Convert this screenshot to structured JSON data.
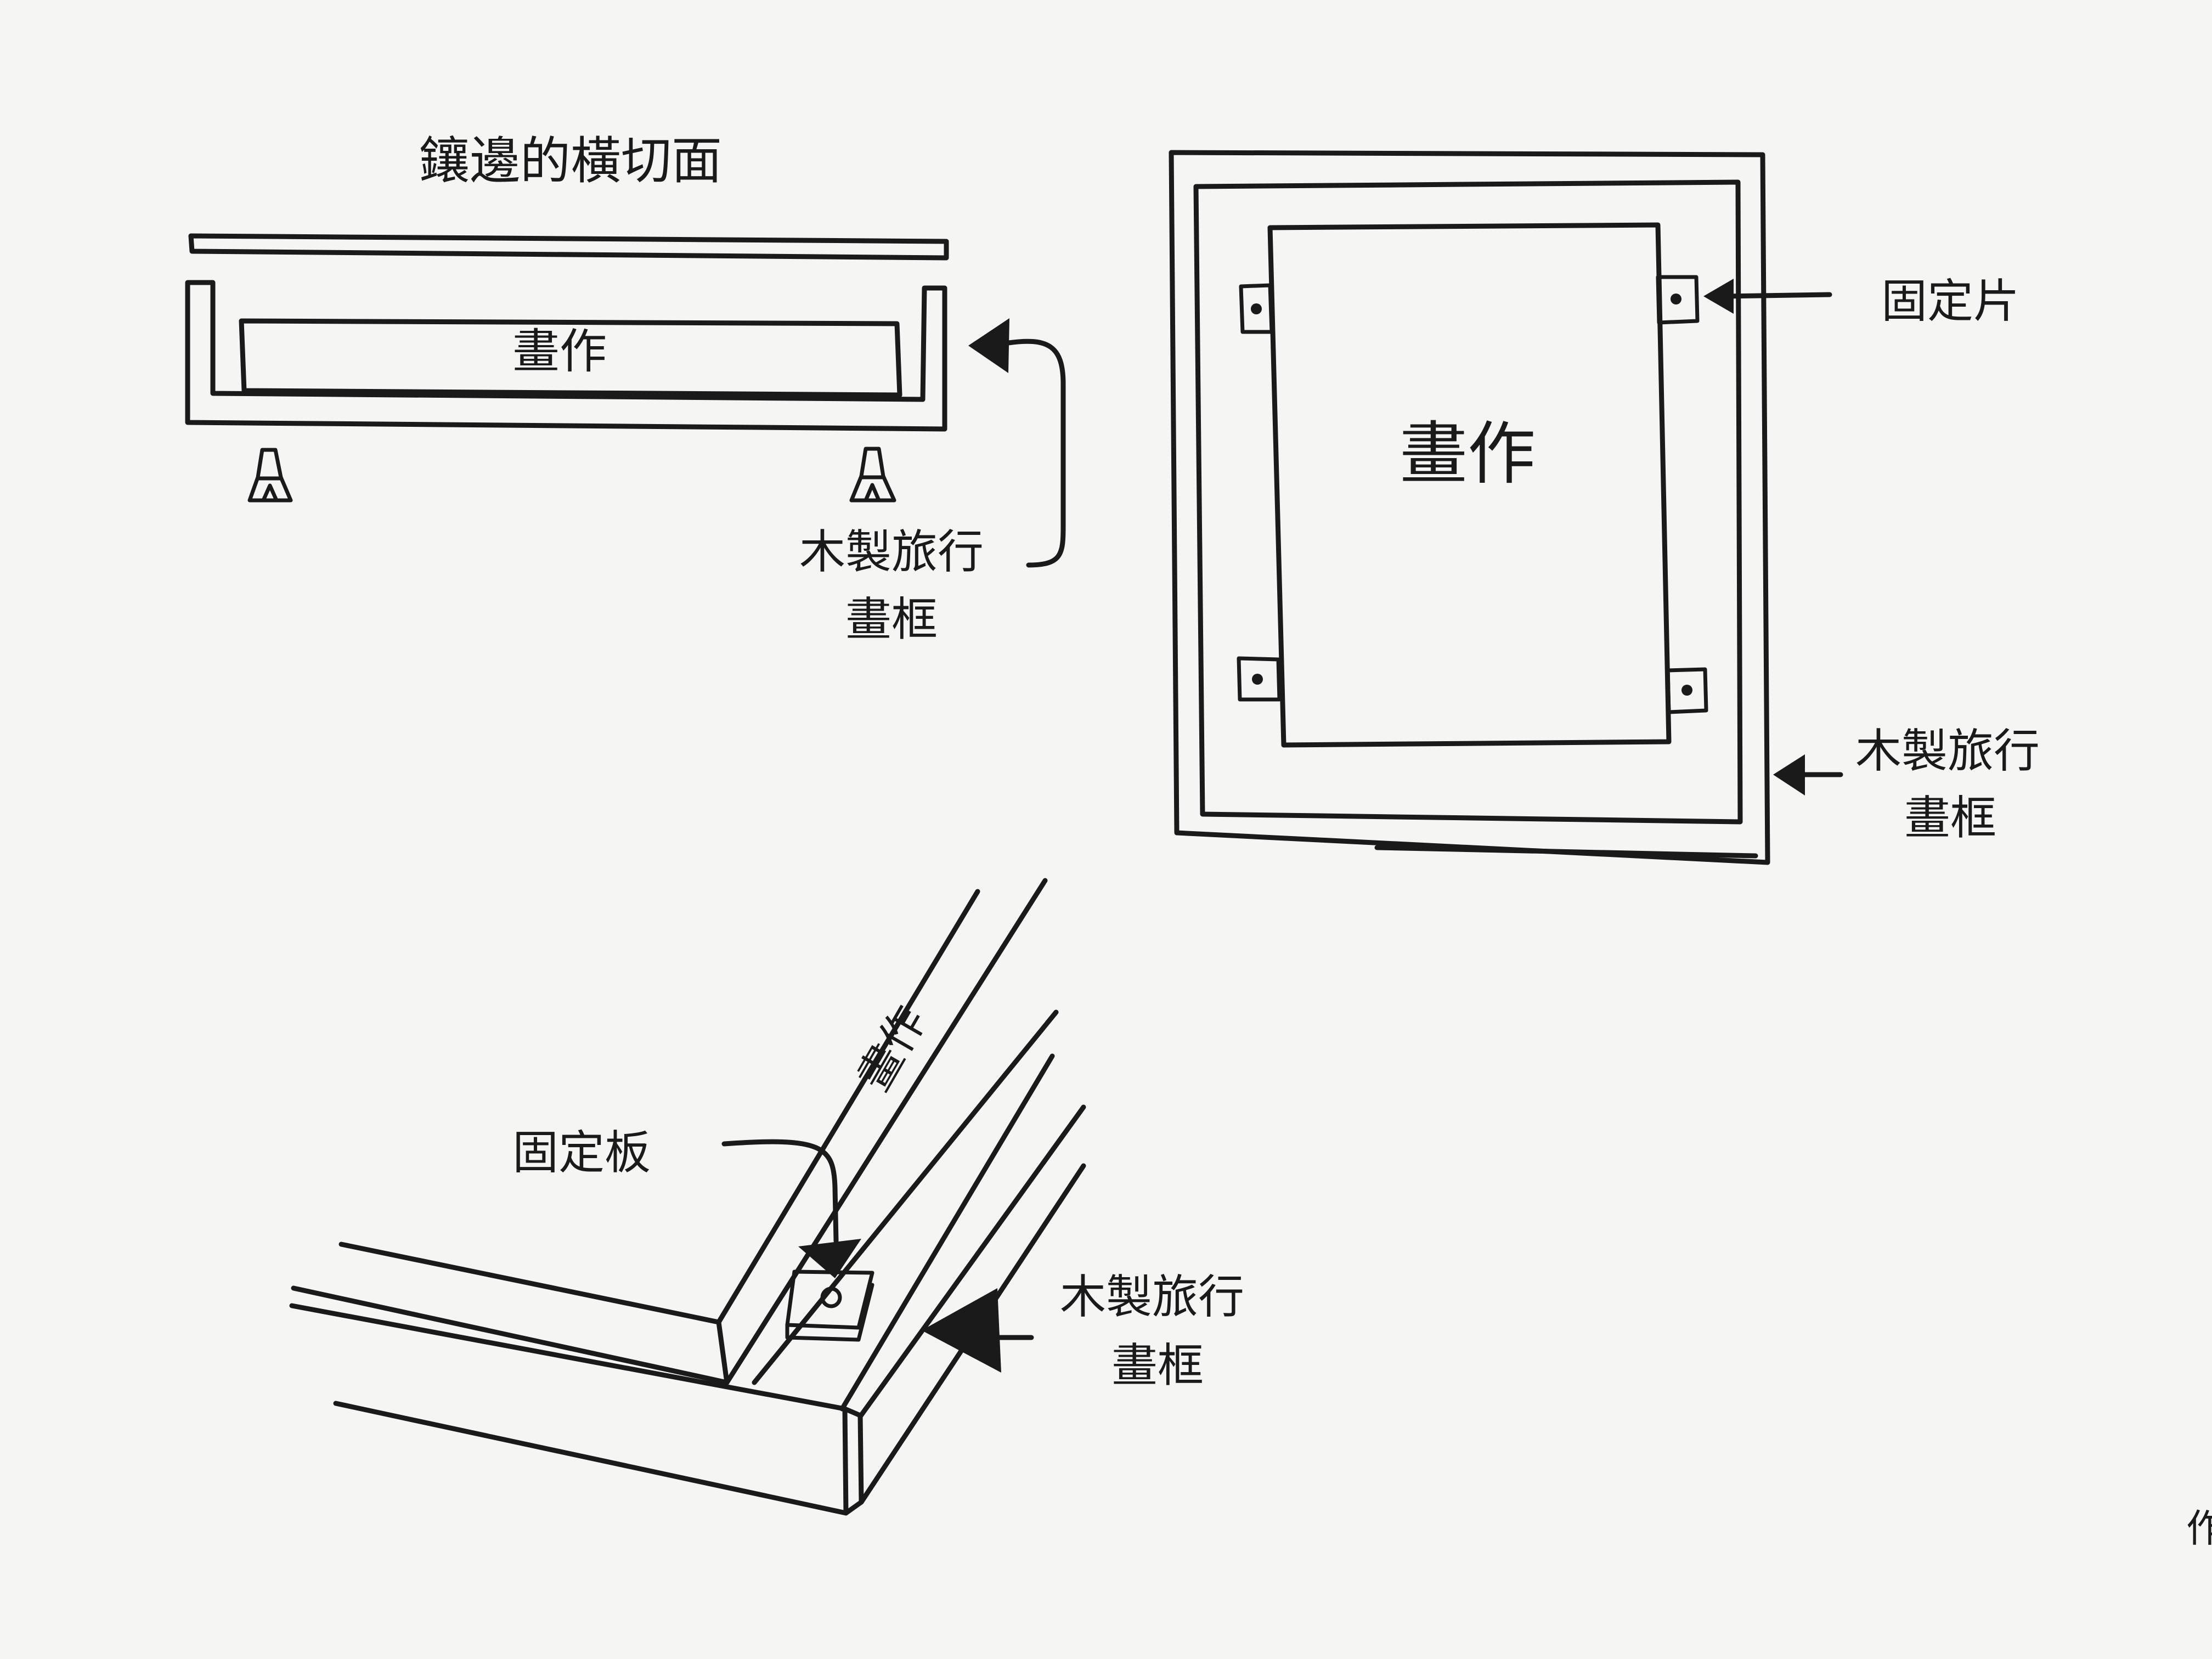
{
  "cross_section": {
    "title": "鑲邊的橫切面",
    "artwork_label": "畫作",
    "frame_label_line1": "木製旅行",
    "frame_label_line2": "畫框"
  },
  "front_view": {
    "artwork_label": "畫作",
    "clip_label": "固定片",
    "frame_label_line1": "木製旅行",
    "frame_label_line2": "畫框"
  },
  "corner_view": {
    "artwork_label": "畫作",
    "plate_label": "固定板",
    "frame_label_line1": "木製旅行",
    "frame_label_line2": "畫框"
  },
  "page_fragment": "作"
}
